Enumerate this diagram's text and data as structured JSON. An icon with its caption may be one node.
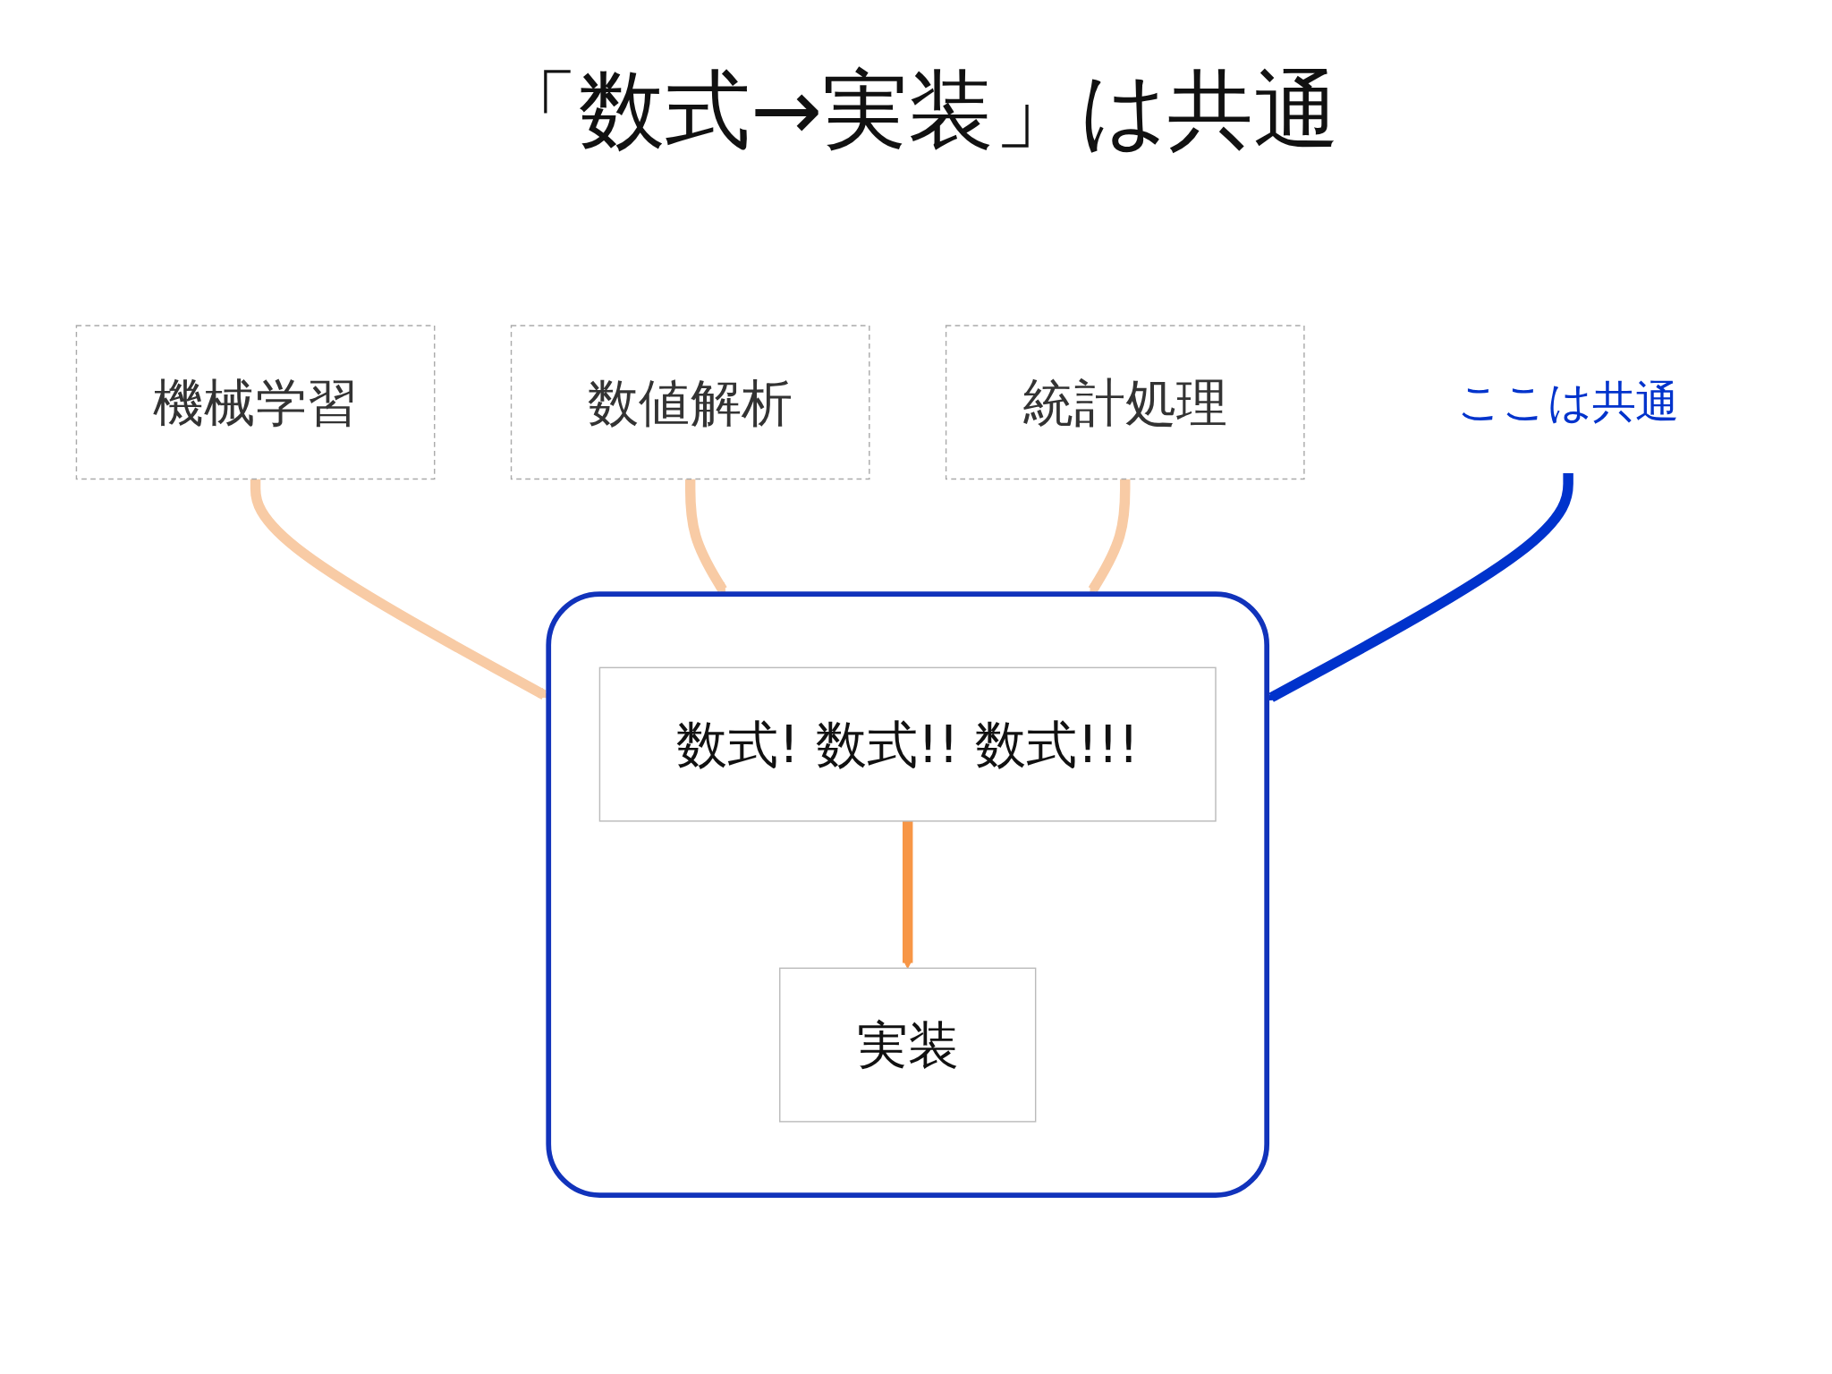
{
  "diagram": {
    "title": "「数式→実装」は共通",
    "nodes": [
      {
        "text": [
          "機械学習"
        ]
      },
      {
        "text": [
          "数値解析"
        ]
      },
      {
        "text": [
          "統計処理"
        ]
      },
      {
        "text": [],
        "shape": "box"
      },
      {
        "text": [
          "数式! 数式!! 数式!!!"
        ],
        "in": 3
      },
      {
        "text": [
          "実装"
        ],
        "in": 3
      },
      {
        "text": [
          "ここは共通"
        ]
      }
    ],
    "edges": [
      {
        "from": 0,
        "to": 3,
        "arrow": "to"
      },
      {
        "from": 1,
        "to": 3,
        "arrow": "to"
      },
      {
        "from": 2,
        "to": 3,
        "arrow": "to"
      },
      {
        "from": 4,
        "to": 5,
        "arrow": "to",
        "color": "#f79646"
      },
      {
        "from": 6,
        "to": 3,
        "arrow": "to",
        "color": "#0033cc"
      }
    ]
  }
}
